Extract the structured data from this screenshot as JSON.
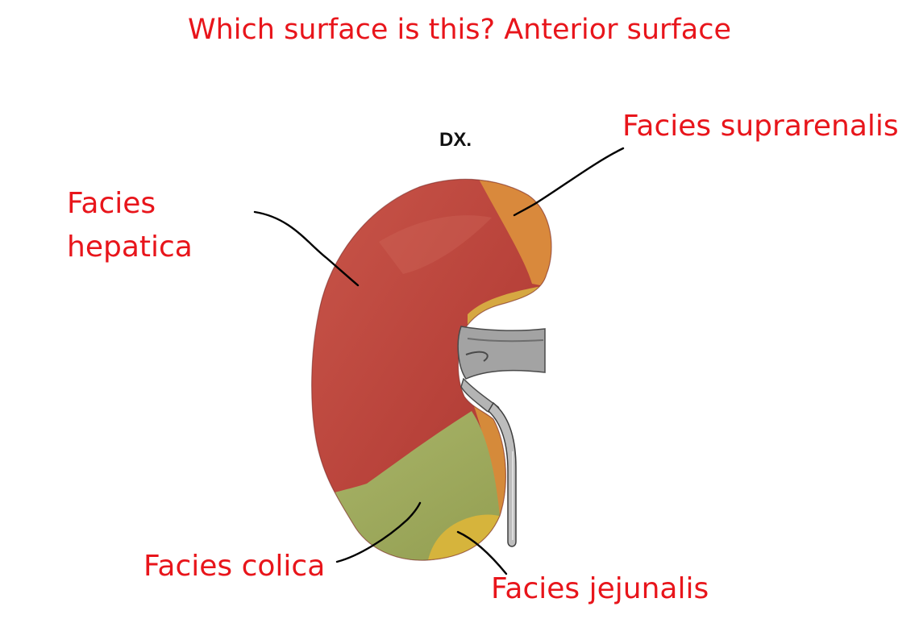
{
  "title": "Which surface is this? Anterior surface",
  "orientation_mark": "DX.",
  "labels": {
    "hepatica_line1": "Facies",
    "hepatica_line2": "hepatica",
    "suprarenalis": "Facies suprarenalis",
    "colica": "Facies colica",
    "jejunalis": "Facies jejunalis"
  },
  "colors": {
    "label_text": "#e8151b",
    "hepatic_area": "#b8423a",
    "suprarenal_area": "#d9893c",
    "colic_area": "#a3ad5f",
    "jejunal_area": "#d6b43c",
    "hilum_vessels": "#9a9a9a",
    "leader_lines": "#000000"
  }
}
